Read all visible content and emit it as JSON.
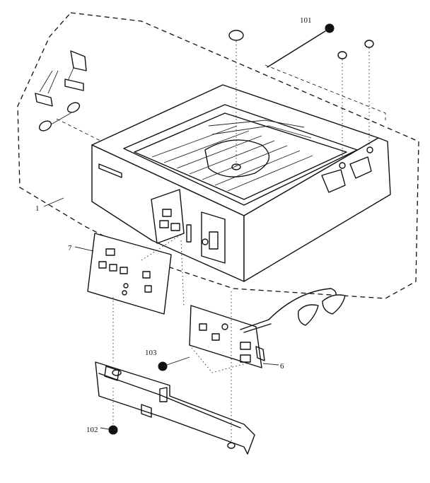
{
  "diagram": {
    "callouts": {
      "part_101": "101",
      "part_1": "1",
      "part_7": "7",
      "part_103": "103",
      "part_6": "6",
      "part_102": "102"
    }
  }
}
